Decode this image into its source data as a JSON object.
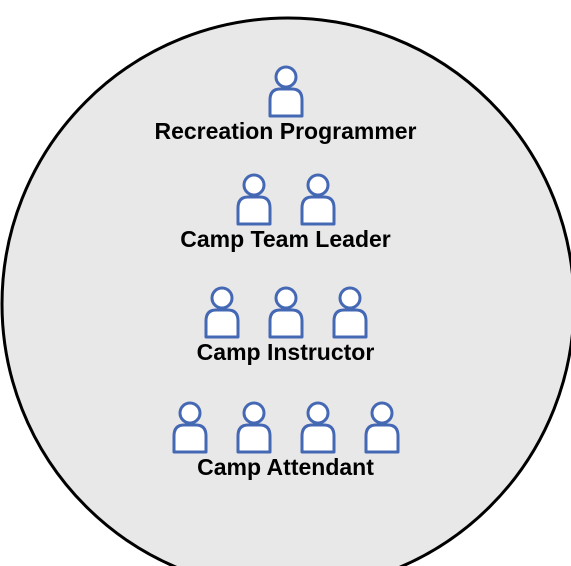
{
  "colors": {
    "circle_fill": "#e8e8e8",
    "circle_stroke": "#000000",
    "icon_stroke": "#4568b5",
    "icon_fill": "#ffffff",
    "label_text": "#000000"
  },
  "tiers": [
    {
      "label": "Recreation Programmer",
      "icon": "person-icon",
      "count": 1
    },
    {
      "label": "Camp Team Leader",
      "icon": "person-icon",
      "count": 2
    },
    {
      "label": "Camp Instructor",
      "icon": "person-icon",
      "count": 3
    },
    {
      "label": "Camp Attendant",
      "icon": "person-icon",
      "count": 4
    }
  ]
}
